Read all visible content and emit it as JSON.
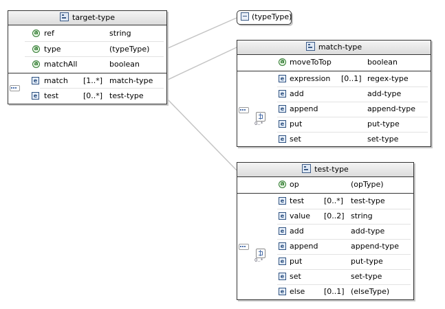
{
  "target": {
    "title": "target-type",
    "attributes": [
      {
        "name": "ref",
        "type": "string"
      },
      {
        "name": "type",
        "type": "(typeType)"
      },
      {
        "name": "matchAll",
        "type": "boolean"
      }
    ],
    "elements": [
      {
        "name": "match",
        "occ": "[1..*]",
        "type": "match-type"
      },
      {
        "name": "test",
        "occ": "[0..*]",
        "type": "test-type"
      }
    ]
  },
  "typeType": {
    "label": "(typeType)"
  },
  "match": {
    "title": "match-type",
    "attributes": [
      {
        "name": "moveToTop",
        "type": "boolean"
      }
    ],
    "elements": [
      {
        "name": "expression",
        "occ": "[0..1]",
        "type": "regex-type"
      }
    ],
    "choice_occ": "0..*",
    "choice_elements": [
      {
        "name": "add",
        "type": "add-type"
      },
      {
        "name": "append",
        "type": "append-type"
      },
      {
        "name": "put",
        "type": "put-type"
      },
      {
        "name": "set",
        "type": "set-type"
      }
    ]
  },
  "test": {
    "title": "test-type",
    "attributes": [
      {
        "name": "op",
        "type": "(opType)"
      }
    ],
    "elements": [
      {
        "name": "test",
        "occ": "[0..*]",
        "type": "test-type"
      },
      {
        "name": "value",
        "occ": "[0..2]",
        "type": "string"
      }
    ],
    "choice_occ": "0..*",
    "choice_elements": [
      {
        "name": "add",
        "type": "add-type"
      },
      {
        "name": "append",
        "type": "append-type"
      },
      {
        "name": "put",
        "type": "put-type"
      },
      {
        "name": "set",
        "type": "set-type"
      }
    ],
    "tail_elements": [
      {
        "name": "else",
        "occ": "[0..1]",
        "type": "(elseType)"
      }
    ]
  },
  "icons": {
    "attribute": "a",
    "element": "e"
  }
}
